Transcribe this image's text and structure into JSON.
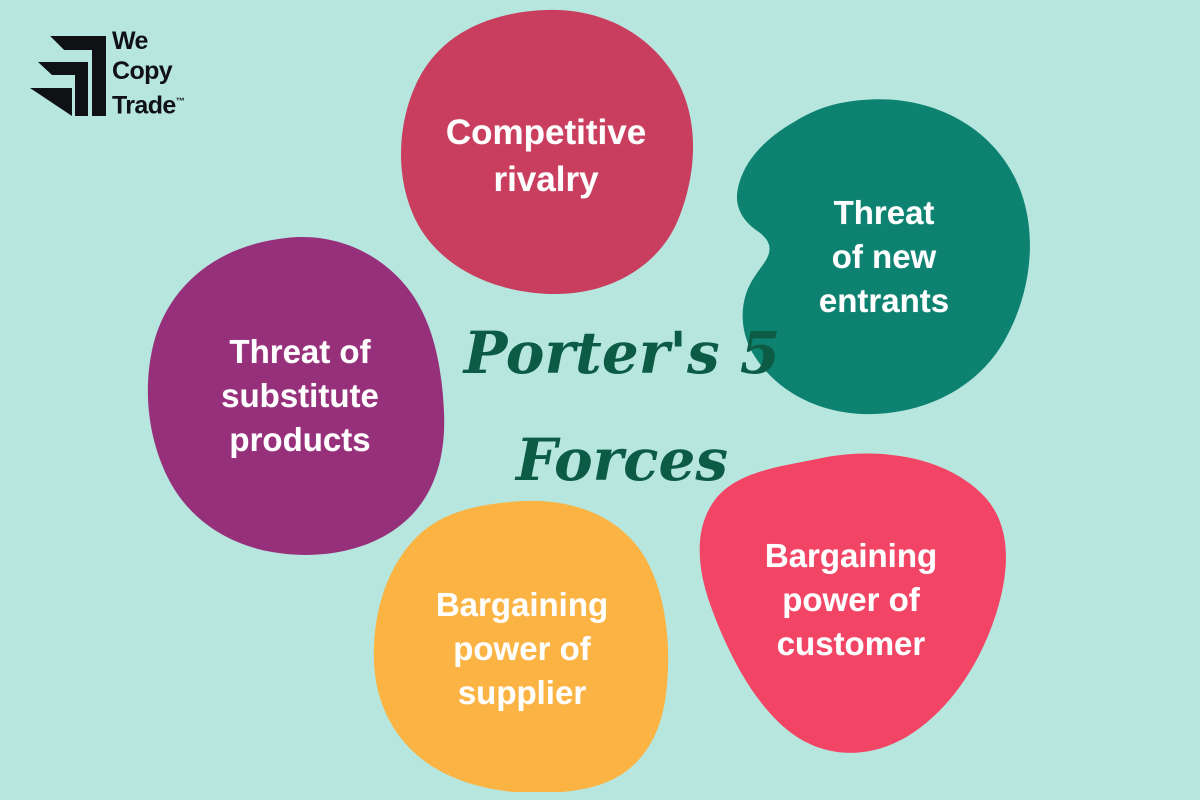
{
  "background_color": "#b6e6de",
  "logo": {
    "mark_name": "wecopytrade-arrow-mark",
    "mark_color": "#101114",
    "line1": "We",
    "line2": "Copy",
    "line3": "Trade",
    "trademark": "™"
  },
  "center_title": {
    "text": "Porter's 5\nForces",
    "color": "#0c5b45"
  },
  "forces": [
    {
      "id": "competitive-rivalry",
      "label": "Competitive\nrivalry",
      "color": "#c93e5e",
      "text_color": "#ffffff"
    },
    {
      "id": "threat-of-new-entrants",
      "label": "Threat\nof new\nentrants",
      "color": "#0e8271",
      "text_color": "#ffffff"
    },
    {
      "id": "threat-of-substitute-products",
      "label": "Threat of\nsubstitute\nproducts",
      "color": "#97307b",
      "text_color": "#ffffff"
    },
    {
      "id": "bargaining-power-of-supplier",
      "label": "Bargaining\npower of\nsupplier",
      "color": "#fbb343",
      "text_color": "#ffffff"
    },
    {
      "id": "bargaining-power-of-customer",
      "label": "Bargaining\npower of\ncustomer",
      "color": "#f24464",
      "text_color": "#ffffff"
    }
  ]
}
